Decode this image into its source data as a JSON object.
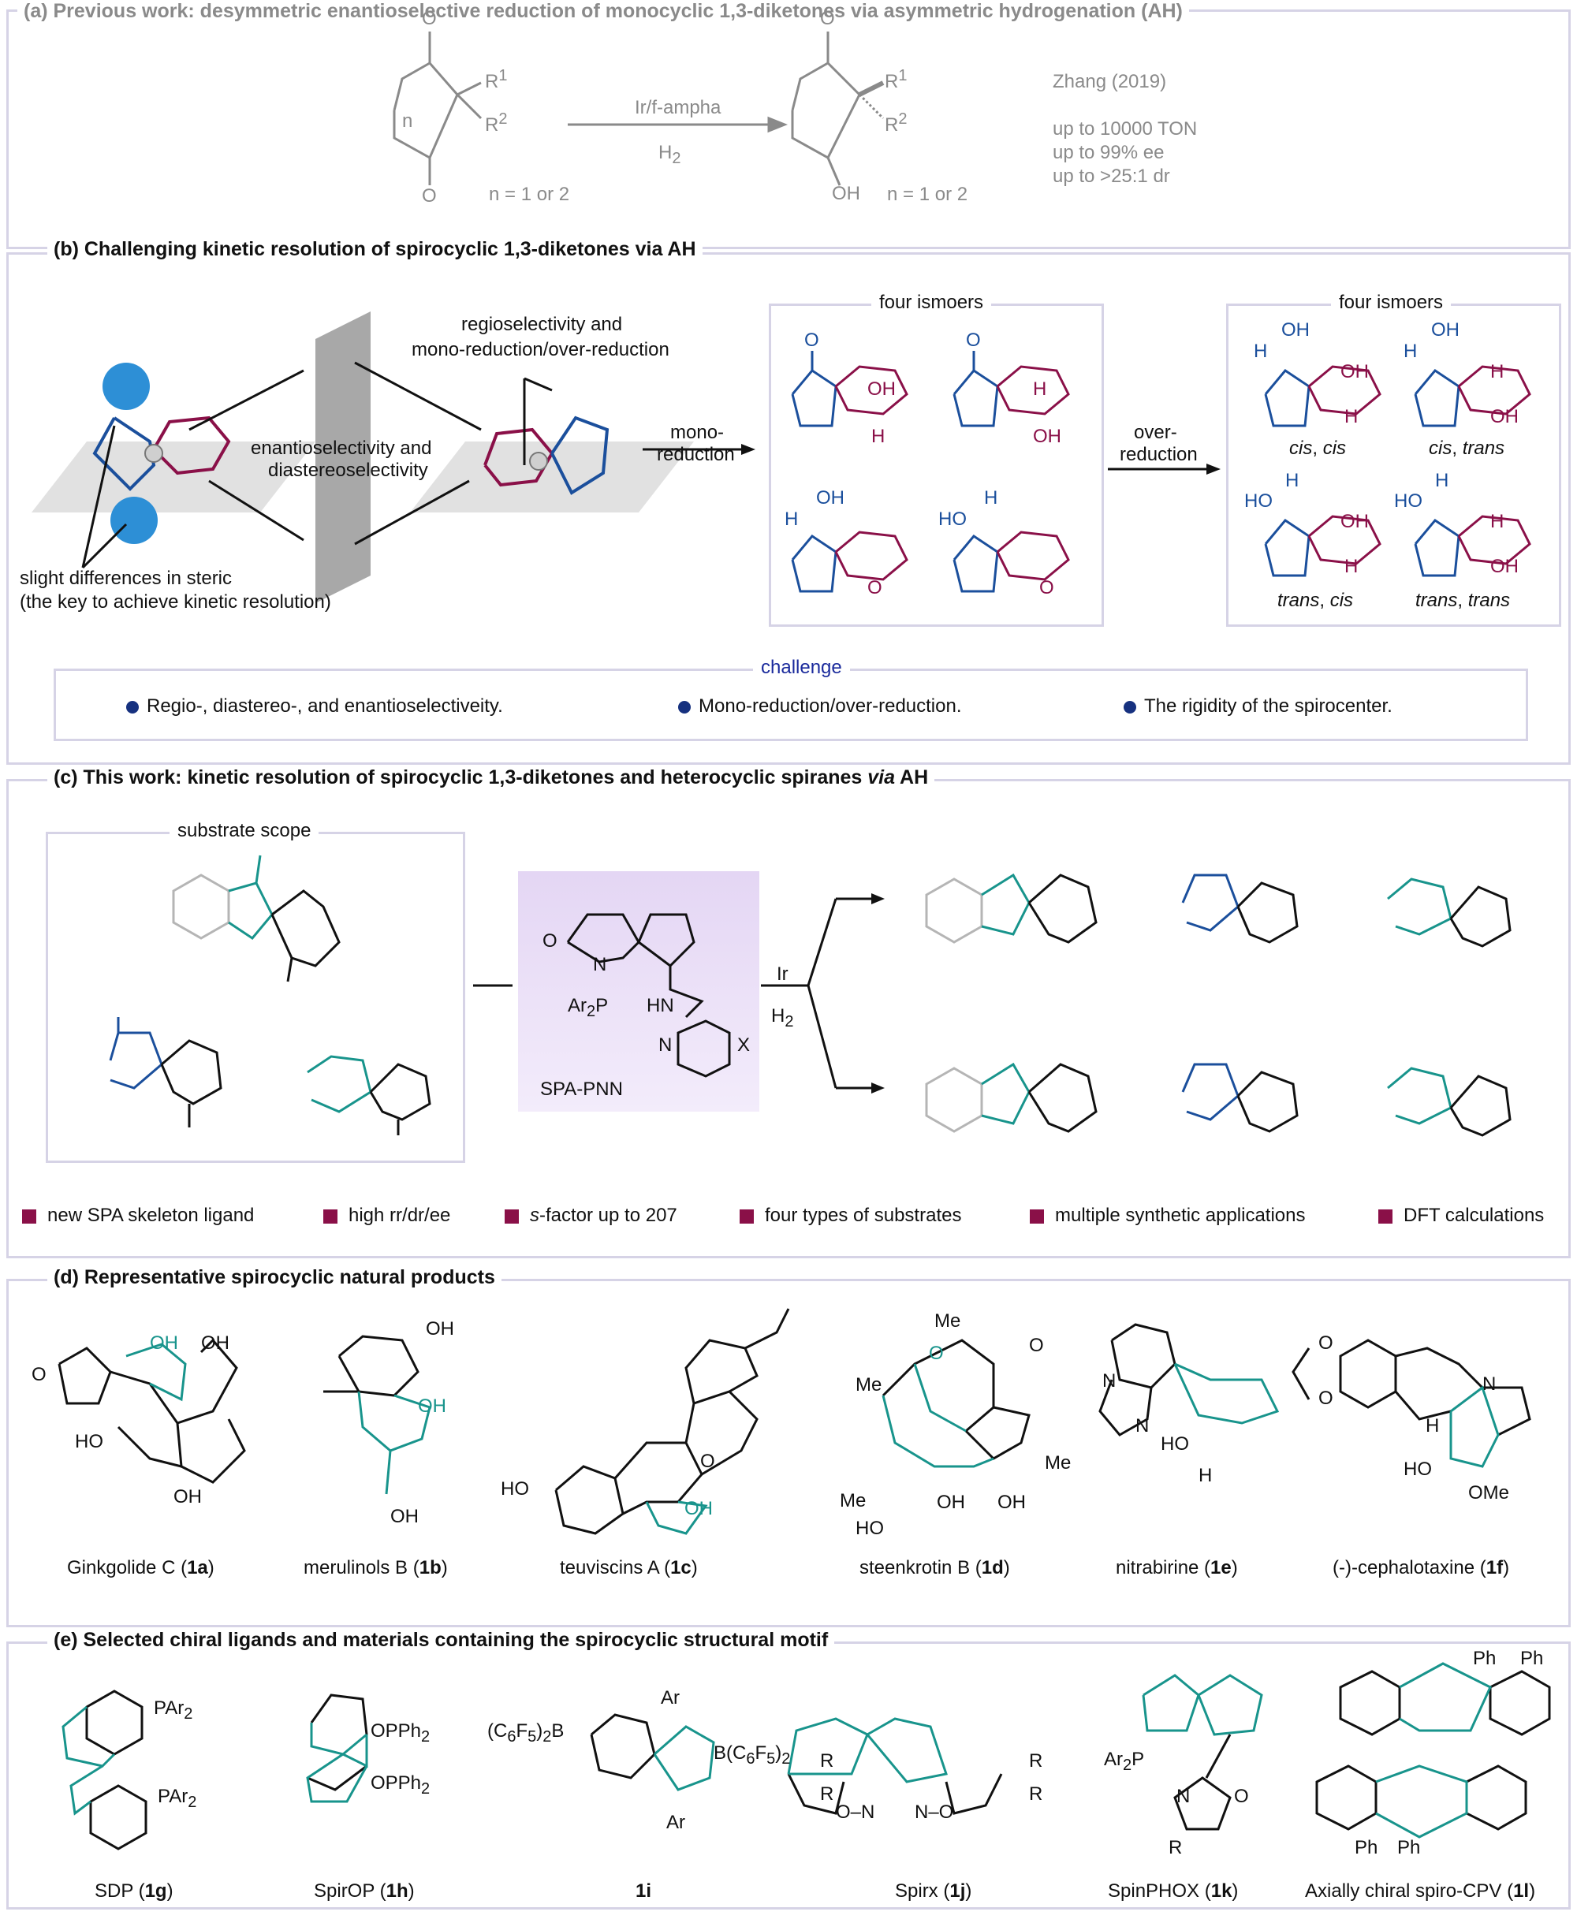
{
  "sectionA": {
    "title": "(a) Previous work: desymmetric enantioselective reduction of monocyclic 1,3-diketones via asymmetric hydrogenation (AH)",
    "reagent_top": "Ir/f-ampha",
    "reagent_bottom": "H2",
    "n_label_left": "n = 1 or 2",
    "n_label_right": "n = 1 or 2",
    "author": "Zhang (2019)",
    "stats": [
      "up to 10000 TON",
      "up to 99% ee",
      "up to >25:1 dr"
    ],
    "atoms": {
      "O": "O",
      "OH": "OH",
      "R1": "R1",
      "R2": "R2",
      "n": "n"
    }
  },
  "sectionB": {
    "title": "(b) Challenging kinetic resolution of spirocyclic 1,3-diketones via AH",
    "label_regio": [
      "regioselectivity and",
      "mono-reduction/over-reduction"
    ],
    "label_enantio": [
      "enantioselectivity and",
      "diastereoselectivity"
    ],
    "label_steric": [
      "slight differences in steric",
      "(the key to achieve kinetic resolution)"
    ],
    "mono_reduction": [
      "mono-",
      "reduction"
    ],
    "over_reduction": [
      "over-",
      "reduction"
    ],
    "isomers_title_1": "four ismoers",
    "isomers_title_2": "four ismoers",
    "isomer_labels": [
      "cis, cis",
      "cis, trans",
      "trans, cis",
      "trans, trans"
    ],
    "challenge_title": "challenge",
    "challenges": [
      "Regio-, diastereo-, and enantioselectiveity.",
      "Mono-reduction/over-reduction.",
      "The rigidity of the spirocenter."
    ]
  },
  "sectionC": {
    "title": "(c) This work: kinetic resolution of spirocyclic 1,3-diketones and heterocyclic spiranes via AH",
    "scope_title": "substrate scope",
    "ligand_name": "SPA-PNN",
    "ligand_atoms": [
      "O",
      "N",
      "Ar2P",
      "HN",
      "N",
      "X"
    ],
    "reagent_top": "Ir",
    "reagent_bottom": "H2",
    "features": [
      "new SPA skeleton ligand",
      "high rr/dr/ee",
      "s-factor up to 207",
      "four types of substrates",
      "multiple synthetic applications",
      "DFT calculations"
    ]
  },
  "sectionD": {
    "title": "(d) Representative spirocyclic natural products",
    "products": [
      {
        "name": "Ginkgolide C (",
        "id": "1a",
        "close": ")"
      },
      {
        "name": "merulinols B (",
        "id": "1b",
        "close": ")"
      },
      {
        "name": "teuviscins A (",
        "id": "1c",
        "close": ")"
      },
      {
        "name": "steenkrotin B (",
        "id": "1d",
        "close": ")"
      },
      {
        "name": "nitrabirine (",
        "id": "1e",
        "close": ")"
      },
      {
        "name": "(-)-cephalotaxine (",
        "id": "1f",
        "close": ")"
      }
    ],
    "atom_labels": [
      "OH",
      "HO",
      "O",
      "H",
      "Me",
      "OMe",
      "N",
      "HO"
    ]
  },
  "sectionE": {
    "title": "(e) Selected chiral ligands and materials containing the spirocyclic structural motif",
    "ligands": [
      {
        "name": "SDP (",
        "id": "1g",
        "close": ")"
      },
      {
        "name": "SpirOP (",
        "id": "1h",
        "close": ")"
      },
      {
        "name": "",
        "id": "1i",
        "close": ""
      },
      {
        "name": "Spirx (",
        "id": "1j",
        "close": ")"
      },
      {
        "name": "SpinPHOX (",
        "id": "1k",
        "close": ")"
      },
      {
        "name": "Axially chiral spiro-CPV (",
        "id": "1l",
        "close": ")"
      }
    ],
    "atom_labels": [
      "PAr2",
      "OPPh2",
      "(C6F5)2B",
      "B(C6F5)2",
      "Ar",
      "R",
      "N",
      "O",
      "Ar2P",
      "Ph"
    ]
  },
  "colors": {
    "frame": "#d6d3e6",
    "blue": "#1b4f9c",
    "maroon": "#8a1048",
    "teal": "#18948c",
    "gray": "#8a8a8a",
    "ligand_bg": "#e9ddf6"
  }
}
